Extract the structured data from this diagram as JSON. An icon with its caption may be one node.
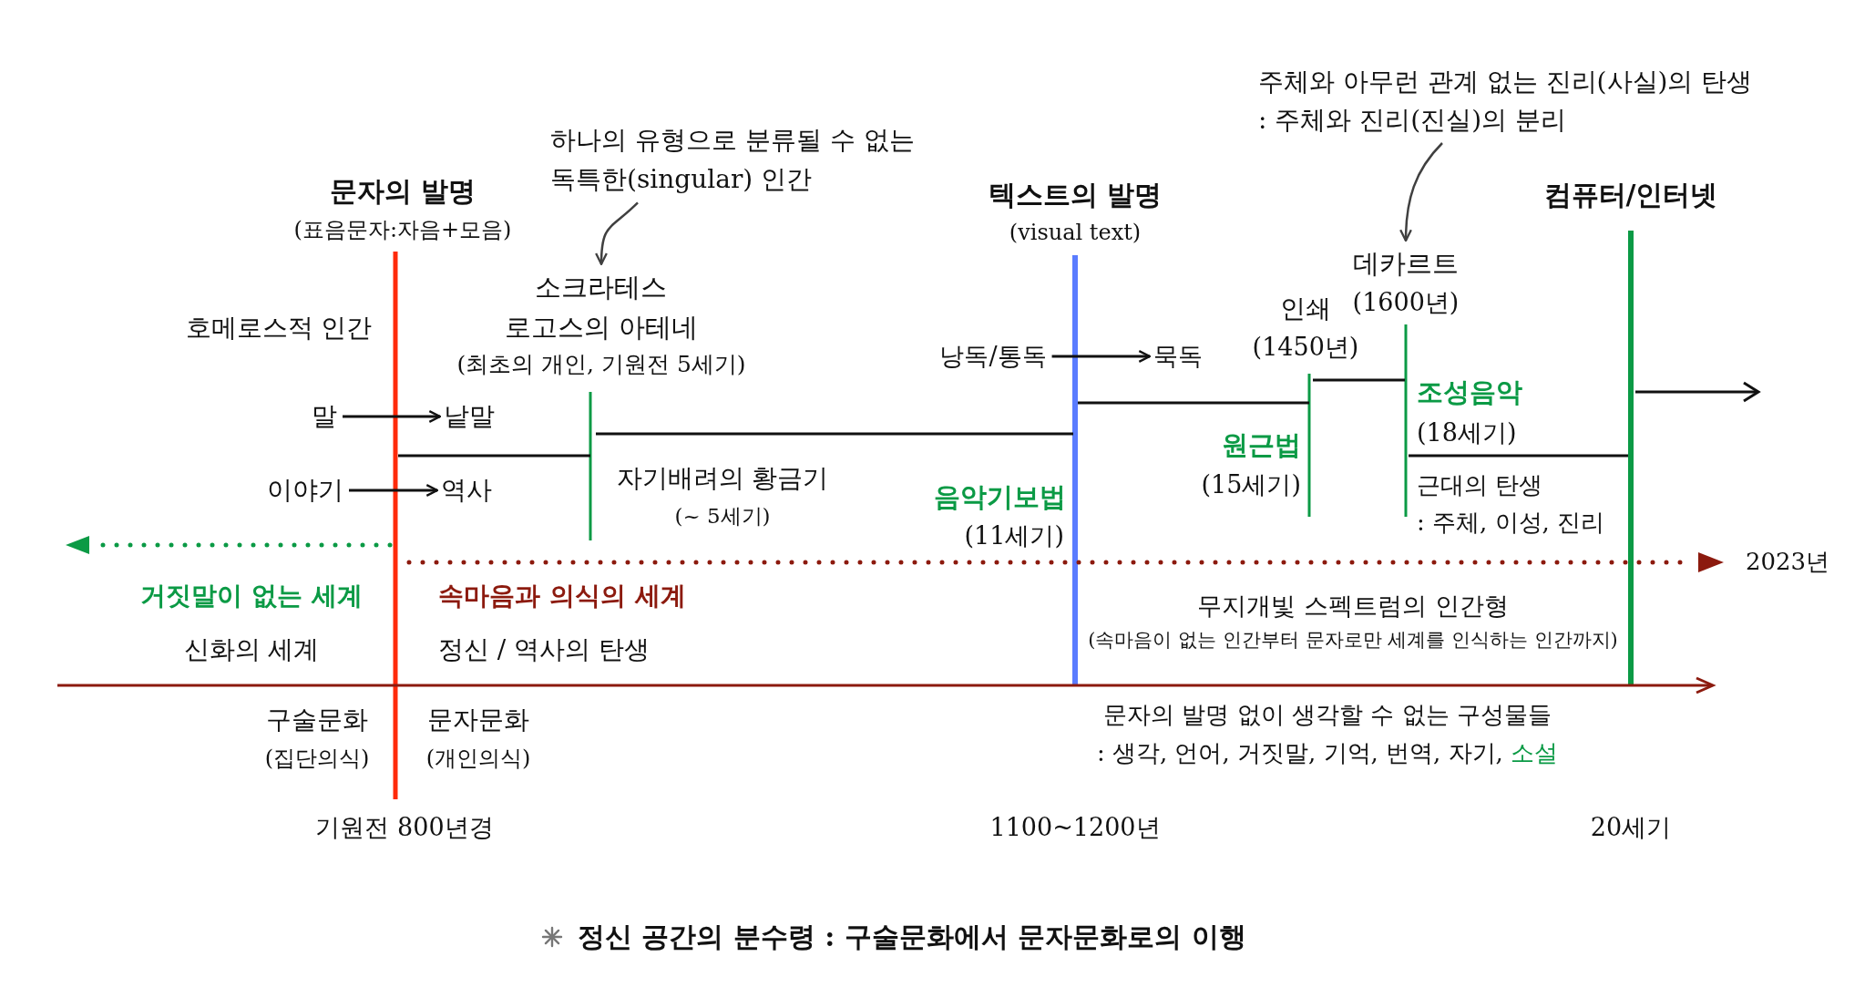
{
  "diagram": {
    "caption": "정신 공간의 분수령 : 구술문화에서 문자문화로의 이행",
    "nodes": [
      {
        "text": [
          "하나의 유형으로 분류될 수 없는 독특한(singular) 인간"
        ]
      },
      {
        "text": [
          "소크라테스",
          "로고스의 아테네",
          "(최초의 개인, 기원전 5세기)"
        ]
      },
      {
        "text": [
          "말"
        ]
      },
      {
        "text": [
          "낱말"
        ]
      },
      {
        "text": [
          "이야기"
        ]
      },
      {
        "text": [
          "역사"
        ]
      },
      {
        "text": [
          "낭독/통독"
        ]
      },
      {
        "text": [
          "묵독"
        ]
      },
      {
        "text": [
          "주체와 아무런 관계 없는 진리(사실)의 탄생",
          ": 주체와 진리(진실)의 분리"
        ]
      },
      {
        "text": [
          "데카르트",
          "(1600년)"
        ]
      }
    ],
    "edges": [
      {
        "from": 0,
        "to": 1,
        "arrow": "to",
        "color": "#404040"
      },
      {
        "from": 2,
        "to": 3,
        "arrow": "to"
      },
      {
        "from": 4,
        "to": 5,
        "arrow": "to"
      },
      {
        "from": 6,
        "to": 7,
        "arrow": "to"
      },
      {
        "from": 8,
        "to": 9,
        "arrow": "to",
        "color": "#404040"
      }
    ],
    "labels": [
      "문자의 발명",
      "(표음문자:자음+모음)",
      "텍스트의 발명",
      "(visual text)",
      "컴퓨터/인터넷",
      "호메로스적 인간",
      "인쇄",
      "(1450년)",
      "자기배려의 황금기",
      "(~ 5세기)",
      "조성음악",
      "(18세기)",
      "원근법",
      "(15세기)",
      "음악기보법",
      "(11세기)",
      "근대의 탄생",
      ": 주체, 이성, 진리",
      "2023년",
      "거짓말이 없는 세계",
      "속마음과 의식의 세계",
      "무지개빛 스펙트럼의 인간형",
      "(속마음이 없는 인간부터 문자로만 세계를 인식하는 인간까지)",
      "신화의 세계",
      "정신 / 역사의 탄생",
      "구술문화",
      "(집단의식)",
      "문자문화",
      "(개인의식)",
      "문자의 발명 없이 생각할 수 없는 구성물들",
      ": 생각, 언어, 거짓말, 기억, 번역, 자기, 소설",
      "기원전 800년경",
      "1100~1200년",
      "20세기"
    ]
  }
}
